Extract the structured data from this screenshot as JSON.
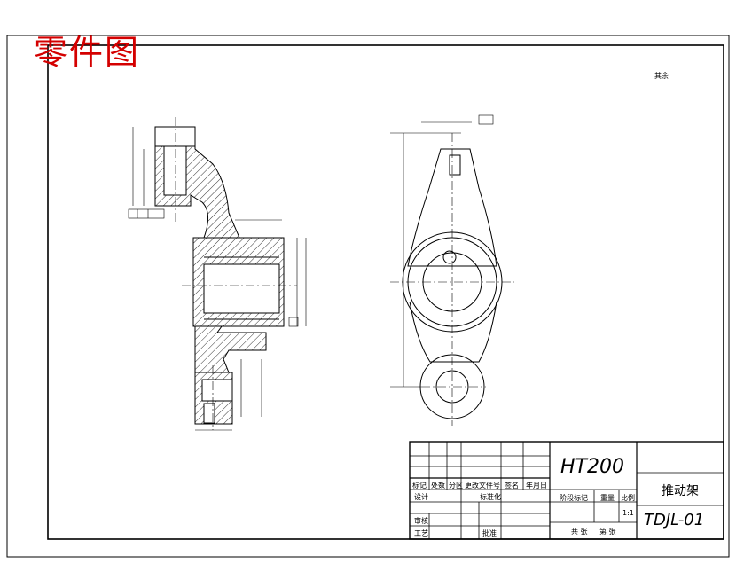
{
  "stamp": "零件图",
  "roughness_note": "其余",
  "title_block": {
    "material": "HT200",
    "part_name": "推动架",
    "drawing_no": "TDJL-01",
    "scale_value": "1:1",
    "labels": {
      "mark": "标记",
      "count": "处数",
      "zone": "分区",
      "change_doc": "更改文件号",
      "signature": "签名",
      "date": "年月日",
      "design": "设计",
      "standardize": "标准化",
      "stage_mark": "阶段标记",
      "weight": "重量",
      "scale": "比例",
      "review": "审核",
      "process": "工艺",
      "approve": "批准",
      "sheets_total": "共 张",
      "sheet_no": "第 张"
    }
  }
}
